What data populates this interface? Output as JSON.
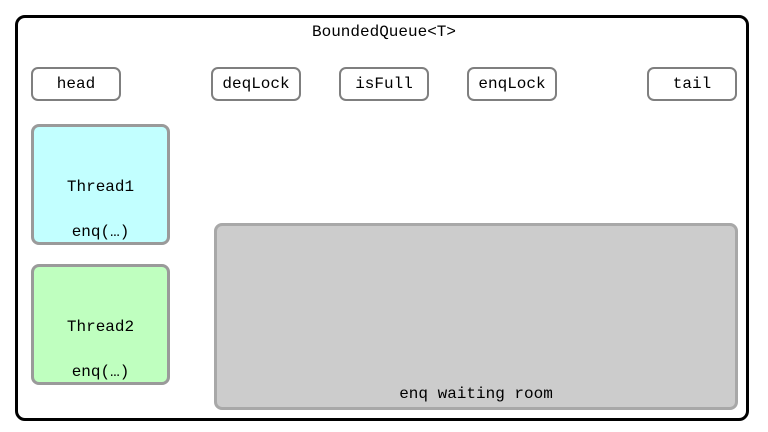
{
  "title": "BoundedQueue<T>",
  "fields": {
    "head": "head",
    "deq_lock": "deqLock",
    "is_full": "isFull",
    "enq_lock": "enqLock",
    "tail": "tail"
  },
  "threads": [
    {
      "name": "Thread1",
      "call": "enq(…)",
      "color": "#c2ffff"
    },
    {
      "name": "Thread2",
      "call": "enq(…)",
      "color": "#bfffbf"
    }
  ],
  "waiting_room": {
    "label": "enq waiting room",
    "color": "#cccccc"
  }
}
